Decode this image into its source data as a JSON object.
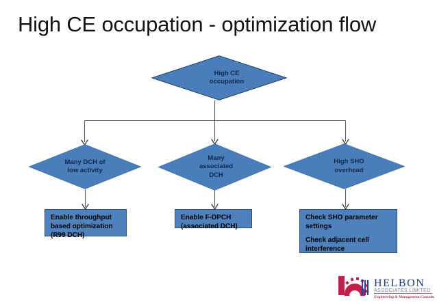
{
  "slide": {
    "title": "High CE occupation - optimization flow",
    "background_color": "#ffffff"
  },
  "theme": {
    "node_fill": "#4a7ebb",
    "node_fill_rect": "#4f81bd",
    "node_border_rect": "#2c4f7c",
    "node_text_color": "#10264a",
    "rect_text_color": "#000000",
    "connector_color": "#5a5a5a",
    "title_color": "#141414",
    "logo_mark_color": "#c0204a",
    "logo_text_color": "#1f3f7a"
  },
  "chart_data": {
    "type": "diagram",
    "title": "High CE occupation - optimization flow",
    "nodes": [
      {
        "id": "root",
        "shape": "diamond",
        "label": "High CE\noccupation",
        "level": 0
      },
      {
        "id": "cond1",
        "shape": "diamond",
        "label": "Many DCH of\nlow activity",
        "level": 1
      },
      {
        "id": "cond2",
        "shape": "diamond",
        "label": "Many\nassociated\nDCH",
        "level": 1
      },
      {
        "id": "cond3",
        "shape": "diamond",
        "label": "High SHO\noverhead",
        "level": 1
      },
      {
        "id": "act1",
        "shape": "rectangle",
        "label": "Enable throughput based optimization (R99 DCH)",
        "level": 2
      },
      {
        "id": "act2",
        "shape": "rectangle",
        "label": "Enable F-DPCH (associated DCH)",
        "level": 2
      },
      {
        "id": "act3",
        "shape": "rectangle",
        "label": "Check SHO parameter settings / Check adjacent cell interference",
        "level": 2
      }
    ],
    "edges": [
      {
        "from": "root",
        "to": "cond1",
        "style": "elbow-arrow"
      },
      {
        "from": "root",
        "to": "cond2",
        "style": "straight-arrow"
      },
      {
        "from": "root",
        "to": "cond3",
        "style": "elbow-arrow"
      },
      {
        "from": "cond1",
        "to": "act1",
        "style": "straight-arrow"
      },
      {
        "from": "cond2",
        "to": "act2",
        "style": "straight-arrow"
      },
      {
        "from": "cond3",
        "to": "act3",
        "style": "straight-arrow"
      }
    ]
  },
  "flow": {
    "root": {
      "label": "High CE\noccupation"
    },
    "branches": [
      {
        "condition": "Many DCH of\nlow activity",
        "action_paragraphs": [
          "Enable throughput\nbased optimization\n(R99 DCH)"
        ]
      },
      {
        "condition": "Many\nassociated\nDCH",
        "action_paragraphs": [
          "Enable F-DPCH\n(associated DCH)"
        ]
      },
      {
        "condition": "High SHO\noverhead",
        "action_paragraphs": [
          "Check SHO parameter\nsettings",
          "Check adjacent cell\ninterference"
        ]
      }
    ]
  },
  "logo": {
    "name": "HELBON",
    "subtitle": "ASSOCIATES LIMITED",
    "tagline": "Engineering & Management Consultants"
  }
}
